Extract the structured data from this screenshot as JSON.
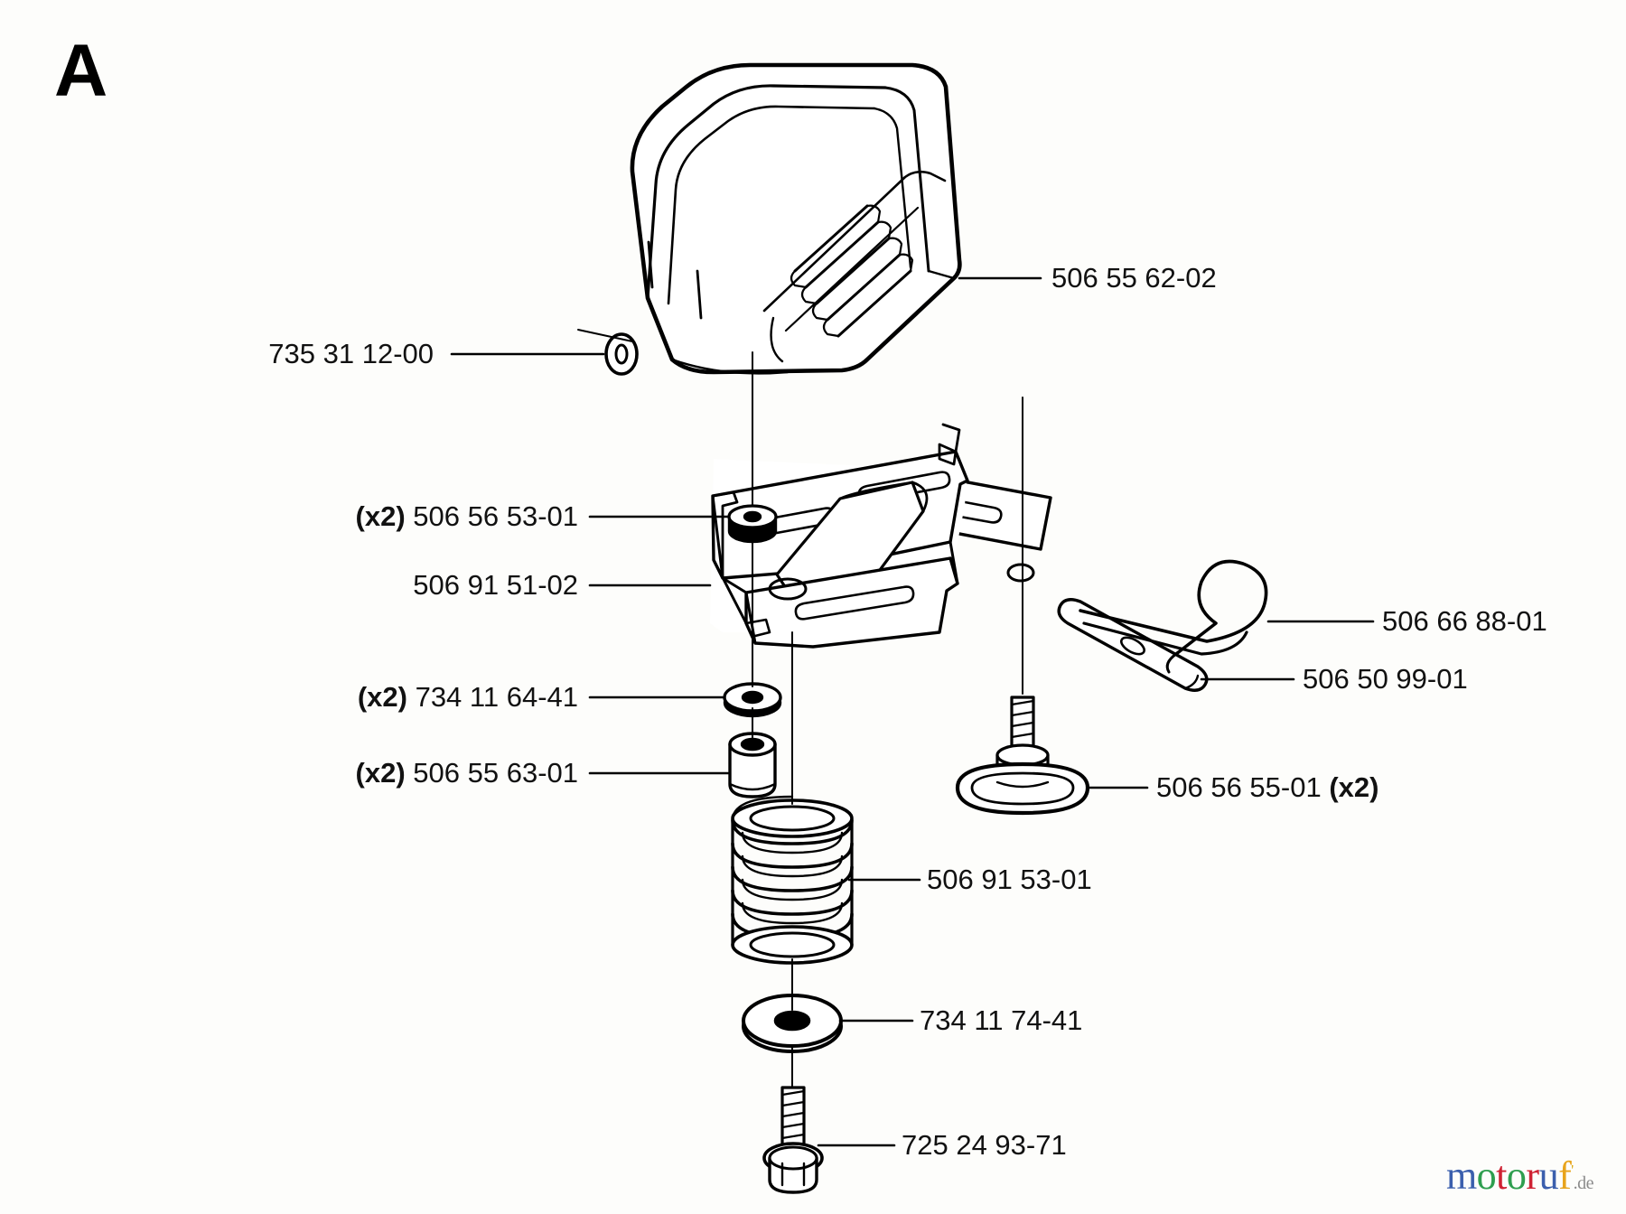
{
  "diagram": {
    "section_letter": "A",
    "title_letter_name": "section-a",
    "background_color": "#fdfdfb",
    "line_color": "#000000",
    "type": "exploded-parts-diagram",
    "subject": "Seat assembly with mounting bracket, suspension spring and fasteners"
  },
  "callouts": [
    {
      "id": "seat-pan",
      "qty": "",
      "part_number": "506 55 62-02",
      "qty_suffix": "",
      "side": "right"
    },
    {
      "id": "washer-top",
      "qty": "",
      "part_number": "735 31 12-00",
      "qty_suffix": "",
      "side": "left"
    },
    {
      "id": "nut-flange",
      "qty": "(x2)",
      "part_number": "506 56 53-01",
      "qty_suffix": "",
      "side": "left"
    },
    {
      "id": "seat-bracket",
      "qty": "",
      "part_number": "506 91 51-02",
      "qty_suffix": "",
      "side": "left"
    },
    {
      "id": "hairpin-clip",
      "qty": "",
      "part_number": "506 66 88-01",
      "qty_suffix": "",
      "side": "right"
    },
    {
      "id": "pivot-pin",
      "qty": "",
      "part_number": "506 50 99-01",
      "qty_suffix": "",
      "side": "right"
    },
    {
      "id": "washer-mid",
      "qty": "(x2)",
      "part_number": "734 11 64-41",
      "qty_suffix": "",
      "side": "left"
    },
    {
      "id": "screw-socket",
      "qty": "(x2)",
      "part_number": "506 55 63-01",
      "qty_suffix": "",
      "side": "left"
    },
    {
      "id": "rubber-foot",
      "qty": "",
      "part_number": "506 56 55-01",
      "qty_suffix": "(x2)",
      "side": "right"
    },
    {
      "id": "suspension-spring",
      "qty": "",
      "part_number": "506 91 53-01",
      "qty_suffix": "",
      "side": "right"
    },
    {
      "id": "washer-large",
      "qty": "",
      "part_number": "734 11 74-41",
      "qty_suffix": "",
      "side": "right"
    },
    {
      "id": "bolt-flange",
      "qty": "",
      "part_number": "725 24 93-71",
      "qty_suffix": "",
      "side": "right"
    }
  ],
  "labels": {
    "seat_pan": "506 55 62-02",
    "washer_top": "735 31 12-00",
    "nut_flange_qty": "(x2)",
    "nut_flange": "506 56 53-01",
    "seat_bracket": "506 91 51-02",
    "hairpin_clip": "506 66 88-01",
    "pivot_pin": "506 50 99-01",
    "washer_mid_qty": "(x2)",
    "washer_mid": "734 11 64-41",
    "screw_socket_qty": "(x2)",
    "screw_socket": "506 55 63-01",
    "rubber_foot": "506 56 55-01",
    "rubber_foot_qty": "(x2)",
    "suspension_spring": "506 91 53-01",
    "washer_large": "734 11 74-41",
    "bolt_flange": "725 24 93-71"
  },
  "watermark": {
    "letters": [
      {
        "char": "m",
        "color": "#3b5fad"
      },
      {
        "char": "o",
        "color": "#2f9e4f"
      },
      {
        "char": "t",
        "color": "#cf2233"
      },
      {
        "char": "o",
        "color": "#2f9e4f"
      },
      {
        "char": "r",
        "color": "#cf2233"
      },
      {
        "char": "u",
        "color": "#3b5fad"
      },
      {
        "char": "f",
        "color": "#e8a41c"
      }
    ],
    "suffix": ".de",
    "tick": "'"
  }
}
